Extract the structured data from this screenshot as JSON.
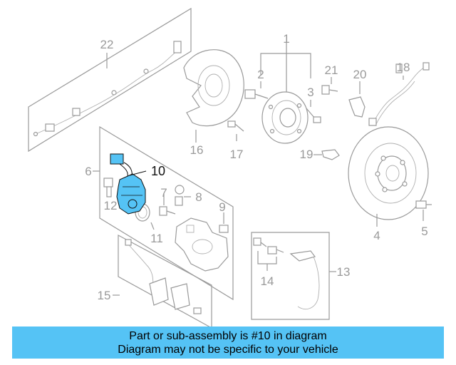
{
  "callouts": {
    "c1": "1",
    "c2": "2",
    "c3": "3",
    "c4": "4",
    "c5": "5",
    "c6": "6",
    "c7": "7",
    "c8": "8",
    "c9": "9",
    "c10": "10",
    "c11": "11",
    "c12": "12",
    "c13": "13",
    "c14": "14",
    "c15": "15",
    "c16": "16",
    "c17": "17",
    "c18": "18",
    "c19": "19",
    "c20": "20",
    "c21": "21",
    "c22": "22"
  },
  "highlight": {
    "part_number": "10",
    "color": "#55c3f5"
  },
  "banner": {
    "line1": "Part or sub-assembly is #10 in diagram",
    "line2": "Diagram may not be specific to your vehicle",
    "background": "#55c3f5"
  }
}
